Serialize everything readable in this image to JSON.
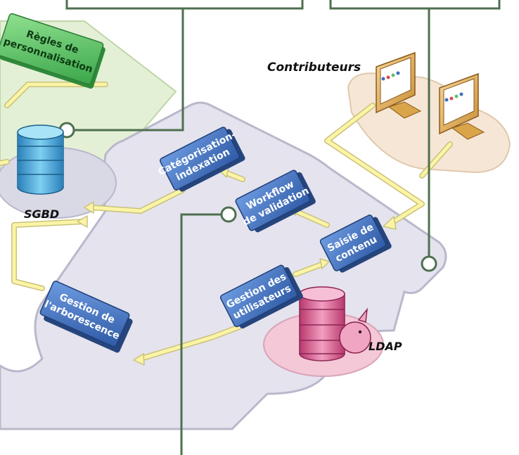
{
  "labels": {
    "contributeurs": "Contributeurs",
    "sgbd": "SGBD",
    "ldap": "LDAP"
  },
  "boxes": {
    "regles": [
      "Règles de",
      "personnalisation"
    ],
    "categorisation": [
      "Catégorisation-",
      "indexation"
    ],
    "workflow": [
      "Workflow",
      "de validation"
    ],
    "saisie": [
      "Saisie de",
      "contenu"
    ],
    "gestion_utilisateurs": [
      "Gestion des",
      "utilisateurs"
    ],
    "gestion_arborescence": [
      "Gestion de",
      "l'arborescence"
    ]
  },
  "colors": {
    "platform": "#e4e3ee",
    "platform_edge": "#b9b8cb",
    "green_platform": "#e3f0d6",
    "pink_platform": "#f4c8d6",
    "peach_platform": "#f6e6d6",
    "blue_box": "#3f6fbf",
    "green_box": "#5fbf6a",
    "arrow": "#fbf3a6",
    "arrow_edge": "#c9c27a",
    "callout": "#4f6f4f",
    "db_blue": "#3c9bd2",
    "db_pink": "#d86a9a",
    "monitor": "#e2b36a"
  }
}
